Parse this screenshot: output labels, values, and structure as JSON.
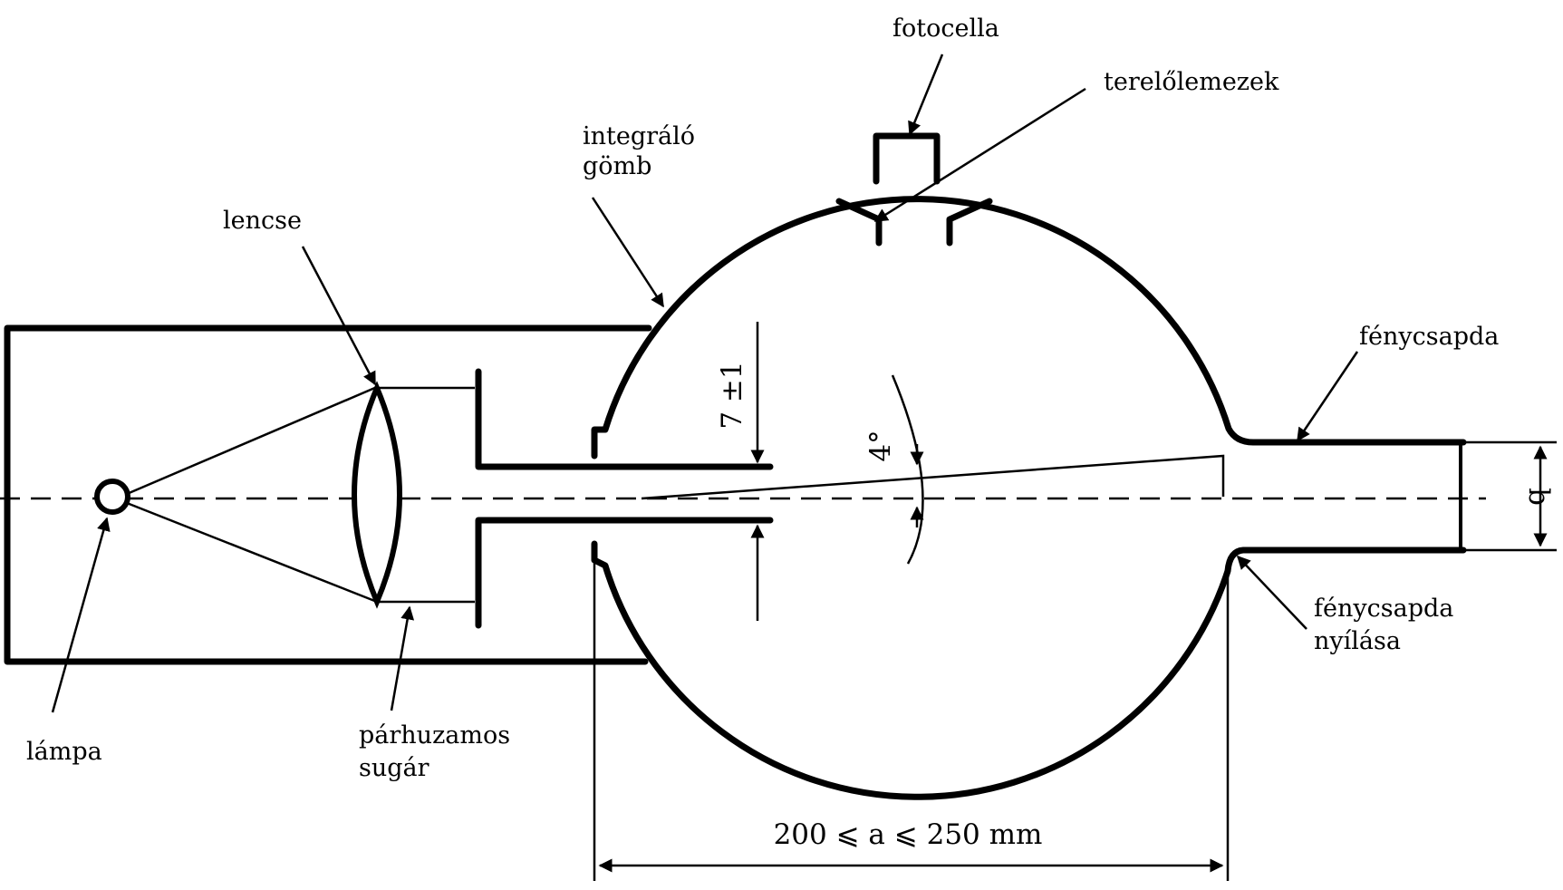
{
  "labels": {
    "fotocella": "fotocella",
    "terelolemezek": "terelőlemezek",
    "integralo_line1": "integráló",
    "integralo_line2": "gömb",
    "lencse": "lencse",
    "fenycsapda": "fénycsapda",
    "fenycsapda_nyilasa_line1": "fénycsapda",
    "fenycsapda_nyilasa_line2": "nyílása",
    "lampa": "lámpa",
    "parhuzamos_line1": "párhuzamos",
    "parhuzamos_line2": "sugár"
  },
  "dimensions": {
    "gap": "7 ±1",
    "angle": "4°",
    "width_b": "b",
    "diameter": "200 ⩽ a ⩽ 250 mm"
  }
}
